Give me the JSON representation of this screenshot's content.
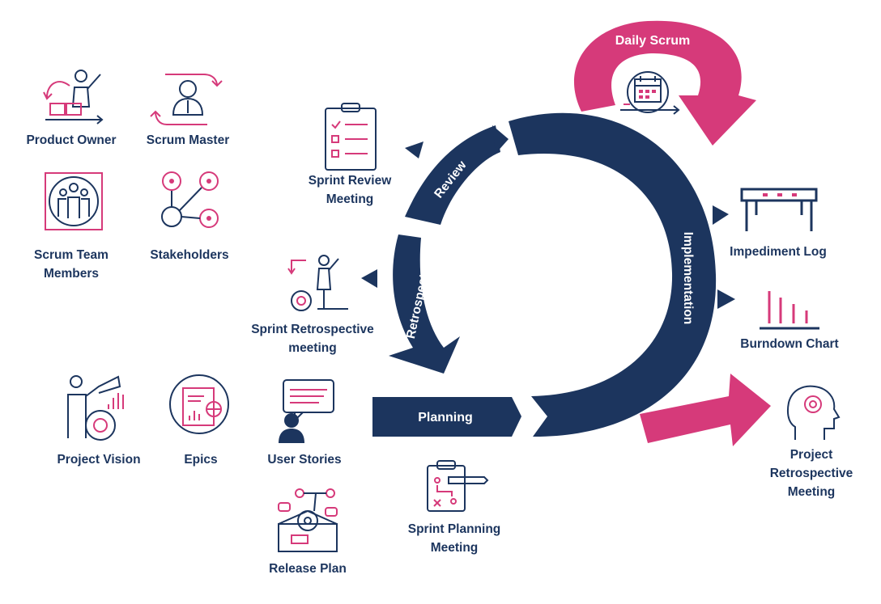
{
  "roles": {
    "product_owner": "Product Owner",
    "scrum_master": "Scrum Master",
    "scrum_team_members": "Scrum Team\nMembers",
    "stakeholders": "Stakeholders"
  },
  "inputs": {
    "project_vision": "Project Vision",
    "epics": "Epics",
    "user_stories": "User Stories",
    "release_plan": "Release Plan"
  },
  "meetings": {
    "sprint_review": "Sprint Review\nMeeting",
    "sprint_retrospective": "Sprint Retrospective\nmeeting",
    "sprint_planning": "Sprint Planning\nMeeting",
    "project_retrospective": "Project\nRetrospective\nMeeting"
  },
  "artifacts": {
    "impediment_log": "Impediment Log",
    "burndown_chart": "Burndown Chart"
  },
  "cycle": {
    "planning": "Planning",
    "implementation": "Implementation",
    "review": "Review",
    "retrospect": "Retrospect",
    "daily_scrum": "Daily Scrum"
  },
  "colors": {
    "navy": "#1c355e",
    "pink": "#d63a7a"
  }
}
